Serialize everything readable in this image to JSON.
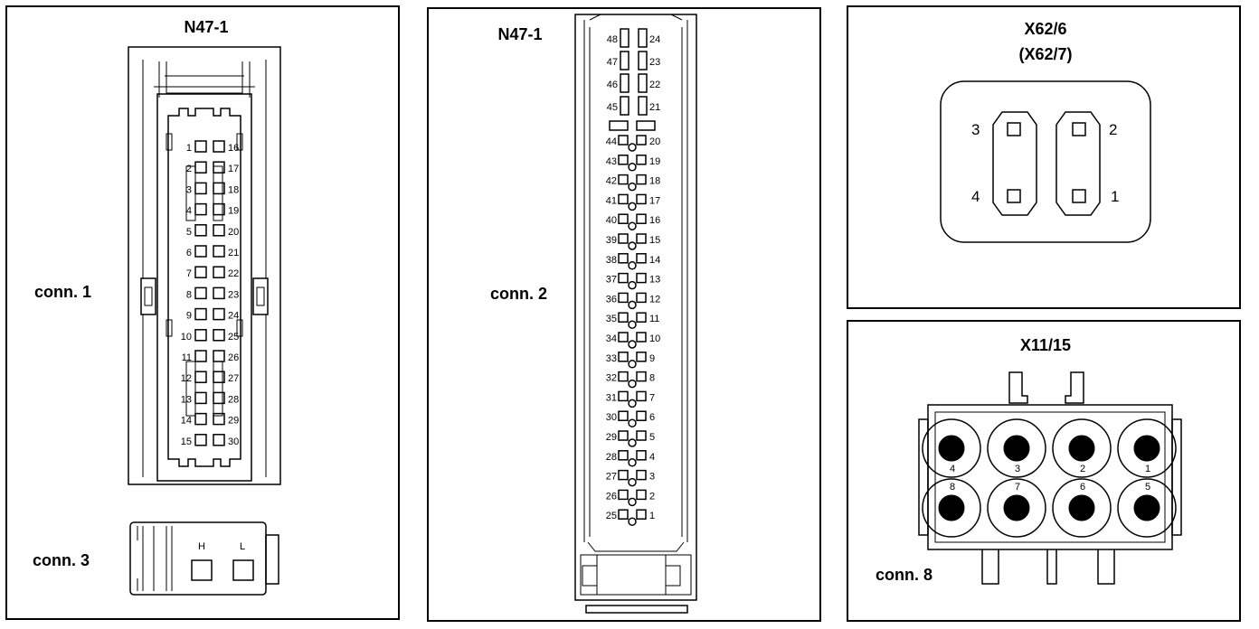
{
  "panels": {
    "p1": {
      "title": "N47-1",
      "conn1_label": "conn. 1",
      "conn3_label": "conn. 3",
      "conn1_left_pins": [
        "1",
        "2",
        "3",
        "4",
        "5",
        "6",
        "7",
        "8",
        "9",
        "10",
        "11",
        "12",
        "13",
        "14",
        "15"
      ],
      "conn1_right_pins": [
        "16",
        "17",
        "18",
        "19",
        "20",
        "21",
        "22",
        "23",
        "24",
        "25",
        "26",
        "27",
        "28",
        "29",
        "30"
      ],
      "conn3_pins": [
        "H",
        "L"
      ]
    },
    "p2": {
      "title": "N47-1",
      "conn2_label": "conn. 2",
      "top_left_pins": [
        "48",
        "47",
        "46",
        "45"
      ],
      "top_right_pins": [
        "24",
        "23",
        "22",
        "21"
      ],
      "left_pins": [
        "44",
        "43",
        "42",
        "41",
        "40",
        "39",
        "38",
        "37",
        "36",
        "35",
        "34",
        "33",
        "32",
        "31",
        "30",
        "29",
        "28",
        "27",
        "26",
        "25"
      ],
      "right_pins": [
        "20",
        "19",
        "18",
        "17",
        "16",
        "15",
        "14",
        "13",
        "12",
        "11",
        "10",
        "9",
        "8",
        "7",
        "6",
        "5",
        "4",
        "3",
        "2",
        "1"
      ]
    },
    "p3": {
      "title_line1": "X62/6",
      "title_line2": "(X62/7)",
      "pins": [
        "3",
        "2",
        "4",
        "1"
      ]
    },
    "p4": {
      "title": "X11/15",
      "conn8_label": "conn. 8",
      "top_pins": [
        "4",
        "3",
        "2",
        "1"
      ],
      "bottom_pins": [
        "8",
        "7",
        "6",
        "5"
      ]
    }
  }
}
